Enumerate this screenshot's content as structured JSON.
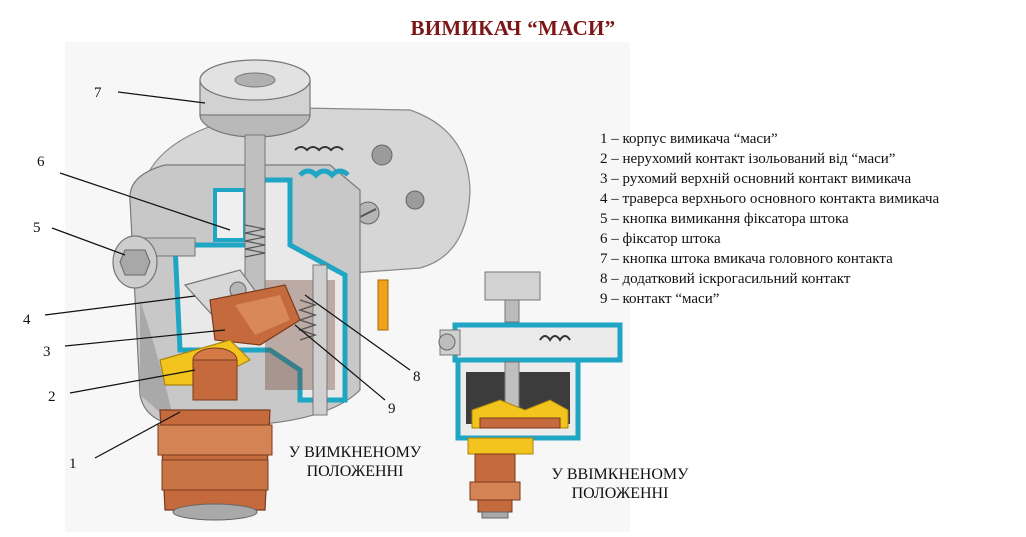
{
  "title": "ВИМИКАЧ “МАСИ”",
  "colors": {
    "title": "#7b1516",
    "housing": "#cfcfcf",
    "section": "#1ea6c4",
    "copper": "#c46a3c",
    "insulator": "#f3c41e"
  },
  "callouts": [
    "1",
    "2",
    "3",
    "4",
    "5",
    "6",
    "7",
    "8",
    "9"
  ],
  "legend": [
    "1 – корпус вимикача “маси”",
    "2 – нерухомий контакт ізольований від “маси”",
    "3 – рухомий верхній основний контакт вимикача",
    "4 – траверса верхнього основного контакта вимикача",
    "5 – кнопка вимикання фіксатора штока",
    "6 – фіксатор штока",
    "7 – кнопка штока вмикача головного контакта",
    "8 – додатковий іскрогасильний контакт",
    "9 – контакт “маси”"
  ],
  "captions": {
    "off": [
      "У ВИМКНЕНОМУ",
      "ПОЛОЖЕННІ"
    ],
    "on": [
      "У ВВІМКНЕНОМУ",
      "ПОЛОЖЕННІ"
    ]
  }
}
